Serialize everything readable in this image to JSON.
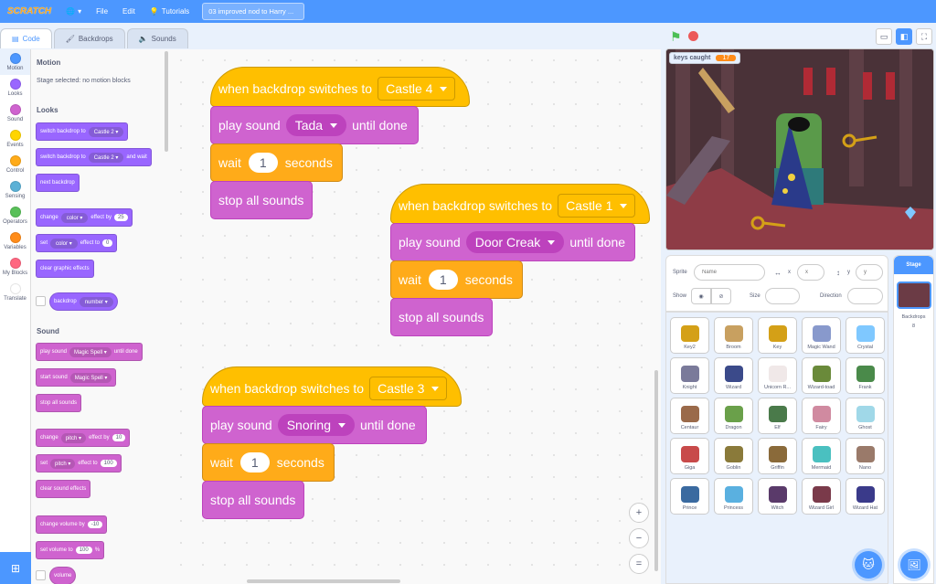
{
  "menubar": {
    "logo": "SCRATCH",
    "globe": "🌐",
    "file": "File",
    "edit": "Edit",
    "tutorials": "Tutorials",
    "project_title": "03 improved nod to Harry ..."
  },
  "tabs": {
    "code": "Code",
    "backdrops": "Backdrops",
    "sounds": "Sounds"
  },
  "categories": [
    {
      "label": "Motion",
      "color": "#4c97ff"
    },
    {
      "label": "Looks",
      "color": "#9966ff"
    },
    {
      "label": "Sound",
      "color": "#cf63cf"
    },
    {
      "label": "Events",
      "color": "#ffd500"
    },
    {
      "label": "Control",
      "color": "#ffab19"
    },
    {
      "label": "Sensing",
      "color": "#5cb1d6"
    },
    {
      "label": "Operators",
      "color": "#59c059"
    },
    {
      "label": "Variables",
      "color": "#ff8c1a"
    },
    {
      "label": "My Blocks",
      "color": "#ff6680"
    },
    {
      "label": "Translate",
      "color": "#ffffff"
    }
  ],
  "palette": {
    "motion_heading": "Motion",
    "motion_note": "Stage selected: no motion blocks",
    "looks_heading": "Looks",
    "sound_heading": "Sound",
    "b1_text": "switch backdrop to",
    "b1_dd": "Castle 2",
    "b2_text": "switch backdrop to",
    "b2_dd": "Castle 2",
    "b2_tail": "and wait",
    "b3_text": "next backdrop",
    "b4_text": "change",
    "b4_dd": "color",
    "b4_mid": "effect by",
    "b4_val": "25",
    "b5_text": "set",
    "b5_dd": "color",
    "b5_mid": "effect to",
    "b5_val": "0",
    "b6_text": "clear graphic effects",
    "b7_text": "backdrop",
    "b7_dd": "number",
    "s1_text": "play sound",
    "s1_dd": "Magic Spell",
    "s1_tail": "until done",
    "s2_text": "start sound",
    "s2_dd": "Magic Spell",
    "s3_text": "stop all sounds",
    "s4_text": "change",
    "s4_dd": "pitch",
    "s4_mid": "effect by",
    "s4_val": "10",
    "s5_text": "set",
    "s5_dd": "pitch",
    "s5_mid": "effect to",
    "s5_val": "100",
    "s6_text": "clear sound effects",
    "s7_text": "change volume by",
    "s7_val": "-10",
    "s8_text": "set volume to",
    "s8_val": "100",
    "s8_tail": "%",
    "s9_text": "volume"
  },
  "scripts": [
    {
      "hat": "when backdrop switches to",
      "backdrop": "Castle 4",
      "play": "play sound",
      "sound": "Tada",
      "until": "until done",
      "wait": "wait",
      "secs": "1",
      "seconds": "seconds",
      "stop": "stop all sounds"
    },
    {
      "hat": "when backdrop switches to",
      "backdrop": "Castle 1",
      "play": "play sound",
      "sound": "Door Creak",
      "until": "until done",
      "wait": "wait",
      "secs": "1",
      "seconds": "seconds",
      "stop": "stop all sounds"
    },
    {
      "hat": "when backdrop switches to",
      "backdrop": "Castle 3",
      "play": "play sound",
      "sound": "Snoring",
      "until": "until done",
      "wait": "wait",
      "secs": "1",
      "seconds": "seconds",
      "stop": "stop all sounds"
    }
  ],
  "zoom": {
    "in": "+",
    "out": "−",
    "reset": "="
  },
  "stage": {
    "monitor_label": "keys caught",
    "monitor_value": "17"
  },
  "sprite_info": {
    "sprite_label": "Sprite",
    "name_placeholder": "Name",
    "x_label": "x",
    "x_placeholder": "x",
    "y_label": "y",
    "y_placeholder": "y",
    "show_label": "Show",
    "size_label": "Size",
    "direction_label": "Direction"
  },
  "sprites": [
    {
      "name": "Key2",
      "color": "#d4a017"
    },
    {
      "name": "Broom",
      "color": "#c8a060"
    },
    {
      "name": "Key",
      "color": "#d4a017"
    },
    {
      "name": "Magic Wand",
      "color": "#8899cc"
    },
    {
      "name": "Crystal",
      "color": "#7fc8ff"
    },
    {
      "name": "Knight",
      "color": "#7a7a9a"
    },
    {
      "name": "Wizard",
      "color": "#3b4a8a"
    },
    {
      "name": "Unicorn R...",
      "color": "#f0e8e8"
    },
    {
      "name": "Wizard-toad",
      "color": "#6a8a3a"
    },
    {
      "name": "Frank",
      "color": "#4a8a4a"
    },
    {
      "name": "Centaur",
      "color": "#9a6a4a"
    },
    {
      "name": "Dragon",
      "color": "#6aa04a"
    },
    {
      "name": "Elf",
      "color": "#4a7a4a"
    },
    {
      "name": "Fairy",
      "color": "#d08aa0"
    },
    {
      "name": "Ghost",
      "color": "#a0d8e8"
    },
    {
      "name": "Giga",
      "color": "#c84a4a"
    },
    {
      "name": "Goblin",
      "color": "#8a7a3a"
    },
    {
      "name": "Griffin",
      "color": "#8a6a3a"
    },
    {
      "name": "Mermaid",
      "color": "#4ac0c0"
    },
    {
      "name": "Nano",
      "color": "#9a7a6a"
    },
    {
      "name": "Prince",
      "color": "#3a6aa0"
    },
    {
      "name": "Princess",
      "color": "#5ab0e0"
    },
    {
      "name": "Witch",
      "color": "#5a3a6a"
    },
    {
      "name": "Wizard Girl",
      "color": "#7a3a4a"
    },
    {
      "name": "Wizard Hat",
      "color": "#3a3a8a"
    }
  ],
  "stage_pane": {
    "header": "Stage",
    "backdrops_label": "Backdrops",
    "backdrops_count": "8"
  }
}
